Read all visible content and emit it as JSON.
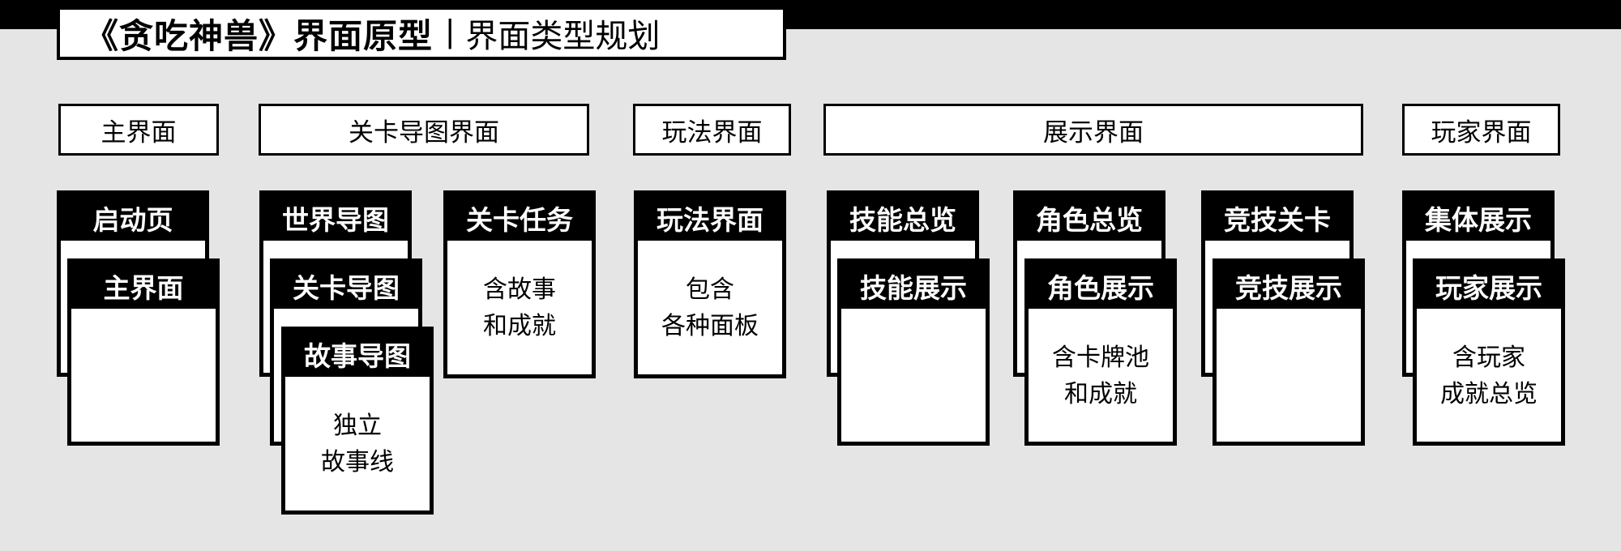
{
  "page": {
    "colors": {
      "background": "#e5e5e5",
      "top_bar": "#000000",
      "card_header": "#000000",
      "card_body": "#ffffff",
      "text_on_header": "#ffffff",
      "text": "#000000"
    }
  },
  "title": {
    "bold": "《贪吃神兽》界面原型",
    "separator": "|",
    "regular": "界面类型规划"
  },
  "categories": [
    {
      "label": "主界面"
    },
    {
      "label": "关卡导图界面"
    },
    {
      "label": "玩法界面"
    },
    {
      "label": "展示界面"
    },
    {
      "label": "玩家界面"
    }
  ],
  "cards": [
    {
      "title": "启动页",
      "body": ""
    },
    {
      "title": "主界面",
      "body": ""
    },
    {
      "title": "世界导图",
      "body": ""
    },
    {
      "title": "关卡导图",
      "body": ""
    },
    {
      "title": "故事导图",
      "body": "独立\n故事线"
    },
    {
      "title": "关卡任务",
      "body": "含故事\n和成就"
    },
    {
      "title": "玩法界面",
      "body": "包含\n各种面板"
    },
    {
      "title": "技能总览",
      "body": ""
    },
    {
      "title": "技能展示",
      "body": ""
    },
    {
      "title": "角色总览",
      "body": ""
    },
    {
      "title": "角色展示",
      "body": "含卡牌池\n和成就"
    },
    {
      "title": "竞技关卡",
      "body": ""
    },
    {
      "title": "竞技展示",
      "body": ""
    },
    {
      "title": "集体展示",
      "body": ""
    },
    {
      "title": "玩家展示",
      "body": "含玩家\n成就总览"
    }
  ]
}
